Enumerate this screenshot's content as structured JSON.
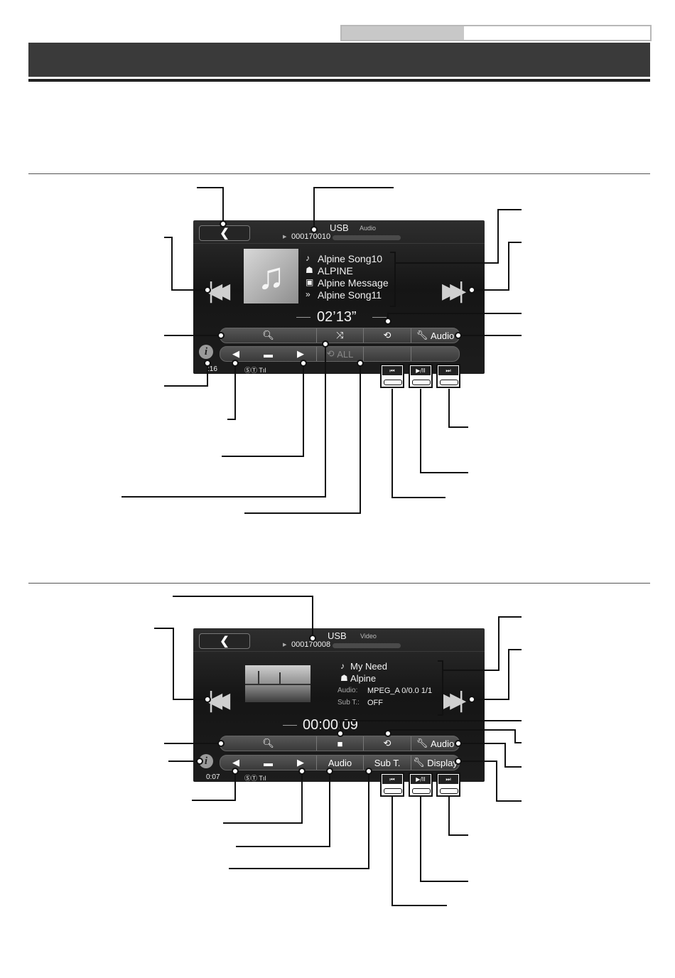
{
  "screen_audio": {
    "source": "USB",
    "mode": "Audio",
    "track_counter": "000170010",
    "track_counter_marker": "▶",
    "song": "Alpine Song10",
    "artist": "ALPINE",
    "album": "Alpine Message",
    "next_song": "Alpine Song11",
    "elapsed": "02’13”",
    "audio_button": "Audio",
    "repeat_label": "ALL",
    "clock": ":16",
    "status_icons": "ⓈⓉ Tıl"
  },
  "screen_video": {
    "source": "USB",
    "mode": "Video",
    "track_counter": "000170008",
    "track_counter_marker": "▶",
    "title": "My Need",
    "artist": "Alpine",
    "audio_info_label": "Audio:",
    "audio_info_value": "MPEG_A  0/0.0  1/1",
    "subtitle_info_label": "Sub T.:",
    "subtitle_info_value": "OFF",
    "elapsed": "00:00:09",
    "audio_button": "Audio",
    "audio_track_button": "Audio",
    "subtitle_button": "Sub T.",
    "display_button": "Display",
    "clock": "0:07",
    "status_icons": "ⓈⓉ Tıl"
  },
  "hw_buttons": {
    "prev": "⏮",
    "play_pause": "▶/II",
    "next": "⏭"
  },
  "icons": {
    "back": "chevron-left-icon",
    "search": "search-icon",
    "shuffle": "shuffle-icon",
    "repeat": "repeat-icon",
    "wrench": "wrench-icon",
    "folder": "folder-icon",
    "info": "info-icon",
    "stop": "stop-icon",
    "music_note": "music-note-icon"
  }
}
